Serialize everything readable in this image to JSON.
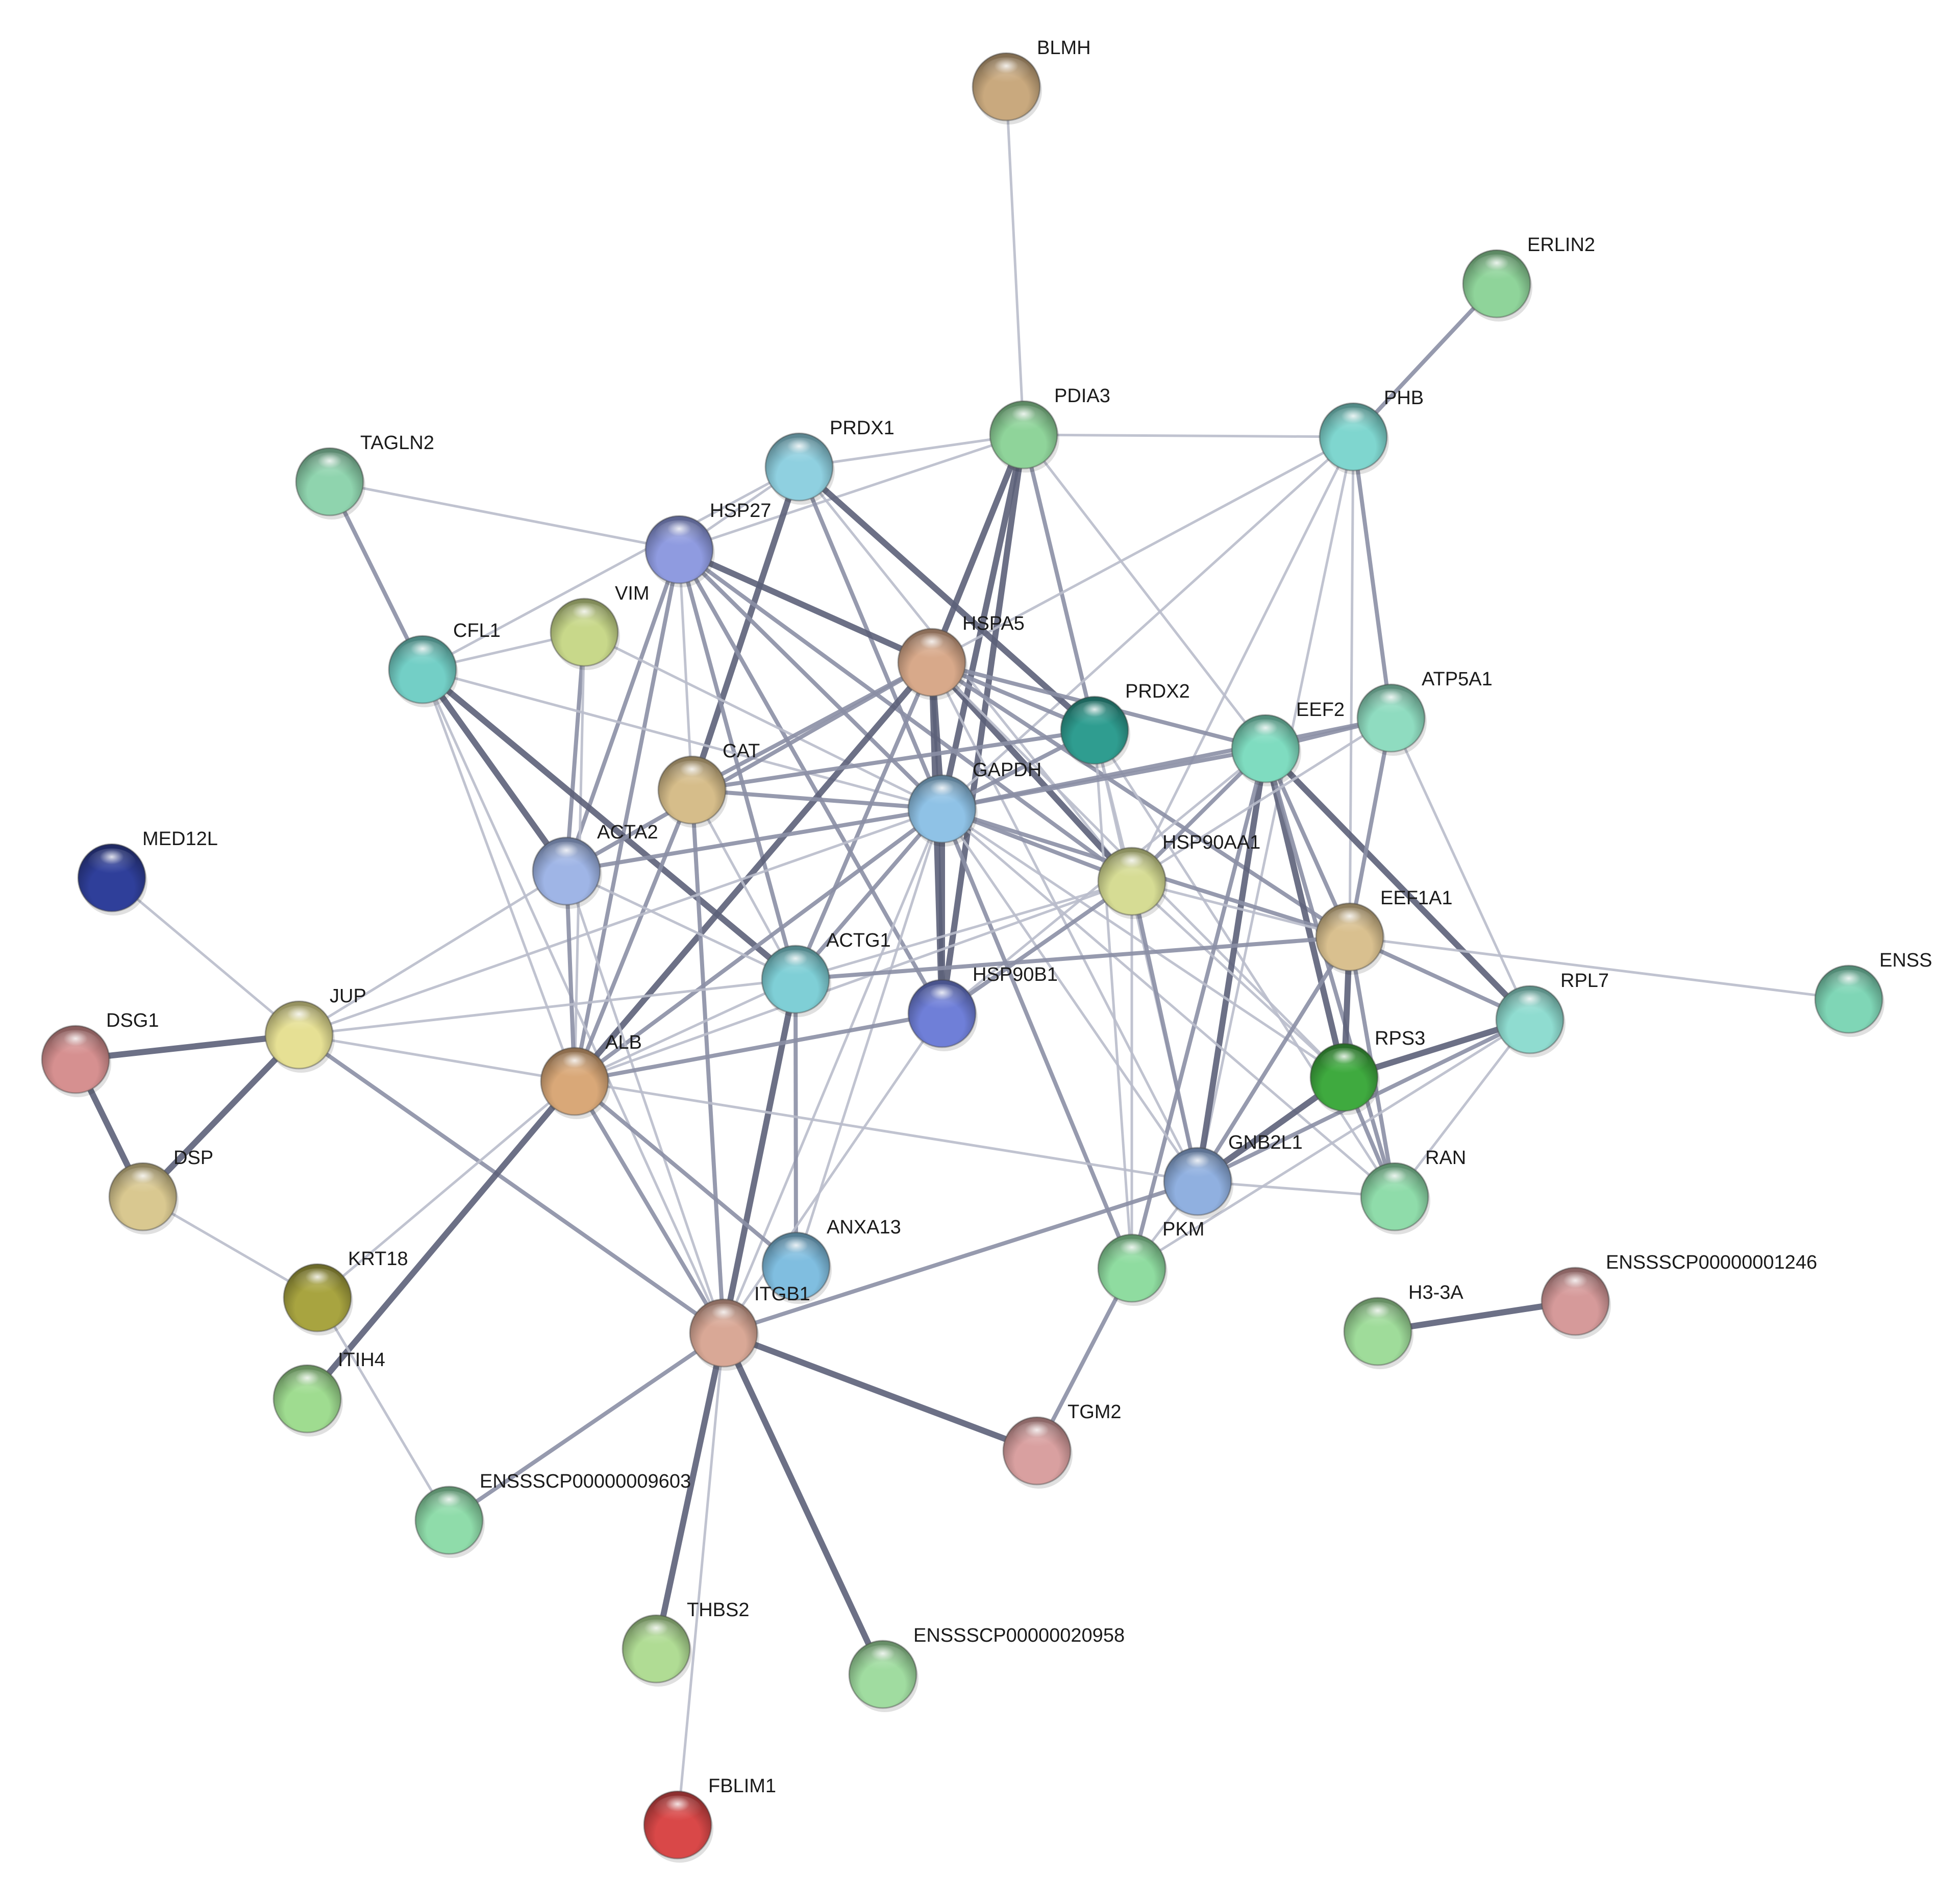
{
  "network": {
    "nodes": [
      {
        "id": "BLMH",
        "label": "BLMH",
        "color": "#c9a97e"
      },
      {
        "id": "ERLIN2",
        "label": "ERLIN2",
        "color": "#8fd49a"
      },
      {
        "id": "PDIA3",
        "label": "PDIA3",
        "color": "#8fd49a"
      },
      {
        "id": "PHB",
        "label": "PHB",
        "color": "#7fd6cf"
      },
      {
        "id": "PRDX1",
        "label": "PRDX1",
        "color": "#8fd0e0"
      },
      {
        "id": "TAGLN2",
        "label": "TAGLN2",
        "color": "#8fd4ae"
      },
      {
        "id": "HSP27",
        "label": "HSP27",
        "color": "#8f9be0"
      },
      {
        "id": "VIM",
        "label": "VIM",
        "color": "#c8d88a"
      },
      {
        "id": "CFL1",
        "label": "CFL1",
        "color": "#73cfc6"
      },
      {
        "id": "HSPA5",
        "label": "HSPA5",
        "color": "#d8a98a"
      },
      {
        "id": "PRDX2",
        "label": "PRDX2",
        "color": "#2f9d90"
      },
      {
        "id": "EEF2",
        "label": "EEF2",
        "color": "#7fdcc0"
      },
      {
        "id": "ATP5A1",
        "label": "ATP5A1",
        "color": "#8fdcc0"
      },
      {
        "id": "CAT",
        "label": "CAT",
        "color": "#d6bd8a"
      },
      {
        "id": "GAPDH",
        "label": "GAPDH",
        "color": "#8fc2e6"
      },
      {
        "id": "MED12L",
        "label": "MED12L",
        "color": "#2f3f9a"
      },
      {
        "id": "ACTA2",
        "label": "ACTA2",
        "color": "#9fb5e6"
      },
      {
        "id": "HSP90AA1",
        "label": "HSP90AA1",
        "color": "#d6dc94"
      },
      {
        "id": "EEF1A1",
        "label": "EEF1A1",
        "color": "#d9c08f"
      },
      {
        "id": "ENSS",
        "label": "ENSS",
        "color": "#7fd6b6"
      },
      {
        "id": "ACTG1",
        "label": "ACTG1",
        "color": "#7fcfd6"
      },
      {
        "id": "HSP90B1",
        "label": "HSP90B1",
        "color": "#6f7fd8"
      },
      {
        "id": "RPL7",
        "label": "RPL7",
        "color": "#8fdcd0"
      },
      {
        "id": "JUP",
        "label": "JUP",
        "color": "#e6e094"
      },
      {
        "id": "DSG1",
        "label": "DSG1",
        "color": "#d69090"
      },
      {
        "id": "RPS3",
        "label": "RPS3",
        "color": "#3faa3f"
      },
      {
        "id": "ALB",
        "label": "ALB",
        "color": "#d9a878"
      },
      {
        "id": "DSP",
        "label": "DSP",
        "color": "#d9c890"
      },
      {
        "id": "GNB2L1",
        "label": "GNB2L1",
        "color": "#90b0e0"
      },
      {
        "id": "RAN",
        "label": "RAN",
        "color": "#8fdcaa"
      },
      {
        "id": "ANXA13",
        "label": "ANXA13",
        "color": "#80bee0"
      },
      {
        "id": "PKM",
        "label": "PKM",
        "color": "#8fdca0"
      },
      {
        "id": "KRT18",
        "label": "KRT18",
        "color": "#a8a440"
      },
      {
        "id": "ENSSSCP00000001246",
        "label": "ENSSSCP00000001246",
        "color": "#d69a9a"
      },
      {
        "id": "H3-3A",
        "label": "H3-3A",
        "color": "#9fdc9a"
      },
      {
        "id": "ITGB1",
        "label": "ITGB1",
        "color": "#d9a896"
      },
      {
        "id": "ITIH4",
        "label": "ITIH4",
        "color": "#9fdc90"
      },
      {
        "id": "TGM2",
        "label": "TGM2",
        "color": "#d9a0a0"
      },
      {
        "id": "ENSSSCP00000009603",
        "label": "ENSSSCP00000009603",
        "color": "#8fdcaa"
      },
      {
        "id": "THBS2",
        "label": "THBS2",
        "color": "#b0dc94"
      },
      {
        "id": "ENSSSCP00000020958",
        "label": "ENSSSCP00000020958",
        "color": "#a0dca0"
      },
      {
        "id": "FBLIM1",
        "label": "FBLIM1",
        "color": "#d94848"
      }
    ],
    "edges": [
      [
        "BLMH",
        "PDIA3",
        1
      ],
      [
        "ERLIN2",
        "PHB",
        2
      ],
      [
        "PDIA3",
        "PHB",
        1
      ],
      [
        "PDIA3",
        "PRDX1",
        1
      ],
      [
        "PDIA3",
        "HSPA5",
        3
      ],
      [
        "PDIA3",
        "PRDX2",
        2
      ],
      [
        "PDIA3",
        "GAPDH",
        3
      ],
      [
        "PDIA3",
        "HSP90B1",
        3
      ],
      [
        "PDIA3",
        "EEF2",
        1
      ],
      [
        "PDIA3",
        "HSP27",
        1
      ],
      [
        "PHB",
        "HSPA5",
        1
      ],
      [
        "PHB",
        "ATP5A1",
        2
      ],
      [
        "PHB",
        "GAPDH",
        1
      ],
      [
        "PHB",
        "HSP90AA1",
        1
      ],
      [
        "PHB",
        "EEF1A1",
        1
      ],
      [
        "PHB",
        "GNB2L1",
        1
      ],
      [
        "PRDX1",
        "HSP27",
        1
      ],
      [
        "PRDX1",
        "CFL1",
        1
      ],
      [
        "PRDX1",
        "PRDX2",
        3
      ],
      [
        "PRDX1",
        "CAT",
        3
      ],
      [
        "PRDX1",
        "GAPDH",
        2
      ],
      [
        "PRDX1",
        "HSP90AA1",
        1
      ],
      [
        "TAGLN2",
        "CFL1",
        2
      ],
      [
        "TAGLN2",
        "HSP27",
        1
      ],
      [
        "HSP27",
        "HSPA5",
        3
      ],
      [
        "HSP27",
        "GAPDH",
        2
      ],
      [
        "HSP27",
        "ACTA2",
        2
      ],
      [
        "HSP27",
        "ACTG1",
        2
      ],
      [
        "HSP27",
        "HSP90AA1",
        2
      ],
      [
        "HSP27",
        "HSP90B1",
        2
      ],
      [
        "HSP27",
        "ALB",
        2
      ],
      [
        "HSP27",
        "CAT",
        1
      ],
      [
        "VIM",
        "ACTA2",
        2
      ],
      [
        "VIM",
        "GAPDH",
        1
      ],
      [
        "VIM",
        "ALB",
        1
      ],
      [
        "VIM",
        "CFL1",
        1
      ],
      [
        "CFL1",
        "ACTA2",
        3
      ],
      [
        "CFL1",
        "ACTG1",
        3
      ],
      [
        "CFL1",
        "GAPDH",
        1
      ],
      [
        "CFL1",
        "ALB",
        1
      ],
      [
        "CFL1",
        "ITGB1",
        1
      ],
      [
        "HSPA5",
        "PRDX2",
        2
      ],
      [
        "HSPA5",
        "GAPDH",
        3
      ],
      [
        "HSPA5",
        "HSP90AA1",
        3
      ],
      [
        "HSPA5",
        "HSP90B1",
        3
      ],
      [
        "HSPA5",
        "CAT",
        2
      ],
      [
        "HSPA5",
        "ALB",
        3
      ],
      [
        "HSPA5",
        "ACTG1",
        2
      ],
      [
        "HSPA5",
        "EEF2",
        2
      ],
      [
        "HSPA5",
        "EEF1A1",
        2
      ],
      [
        "HSPA5",
        "ACTA2",
        2
      ],
      [
        "HSPA5",
        "RPS3",
        1
      ],
      [
        "HSPA5",
        "GNB2L1",
        1
      ],
      [
        "PRDX2",
        "CAT",
        2
      ],
      [
        "PRDX2",
        "GAPDH",
        2
      ],
      [
        "PRDX2",
        "HSP90AA1",
        1
      ],
      [
        "PRDX2",
        "PKM",
        1
      ],
      [
        "PRDX2",
        "GNB2L1",
        1
      ],
      [
        "PRDX2",
        "RAN",
        1
      ],
      [
        "EEF2",
        "ATP5A1",
        2
      ],
      [
        "EEF2",
        "GAPDH",
        2
      ],
      [
        "EEF2",
        "HSP90AA1",
        2
      ],
      [
        "EEF2",
        "EEF1A1",
        2
      ],
      [
        "EEF2",
        "RPS3",
        3
      ],
      [
        "EEF2",
        "RPL7",
        3
      ],
      [
        "EEF2",
        "GNB2L1",
        3
      ],
      [
        "EEF2",
        "RAN",
        2
      ],
      [
        "EEF2",
        "PKM",
        2
      ],
      [
        "EEF2",
        "HSP90B1",
        1
      ],
      [
        "ATP5A1",
        "GAPDH",
        2
      ],
      [
        "ATP5A1",
        "EEF1A1",
        2
      ],
      [
        "ATP5A1",
        "RPL7",
        1
      ],
      [
        "ATP5A1",
        "HSP90AA1",
        1
      ],
      [
        "CAT",
        "GAPDH",
        2
      ],
      [
        "CAT",
        "ALB",
        2
      ],
      [
        "CAT",
        "ACTG1",
        1
      ],
      [
        "CAT",
        "ITGB1",
        2
      ],
      [
        "GAPDH",
        "HSP90AA1",
        2
      ],
      [
        "GAPDH",
        "EEF1A1",
        2
      ],
      [
        "GAPDH",
        "HSP90B1",
        3
      ],
      [
        "GAPDH",
        "ACTG1",
        2
      ],
      [
        "GAPDH",
        "ALB",
        2
      ],
      [
        "GAPDH",
        "ACTA2",
        2
      ],
      [
        "GAPDH",
        "PKM",
        2
      ],
      [
        "GAPDH",
        "GNB2L1",
        1
      ],
      [
        "GAPDH",
        "RPS3",
        1
      ],
      [
        "GAPDH",
        "JUP",
        1
      ],
      [
        "GAPDH",
        "ITGB1",
        1
      ],
      [
        "GAPDH",
        "ANXA13",
        1
      ],
      [
        "GAPDH",
        "RAN",
        1
      ],
      [
        "MED12L",
        "JUP",
        1
      ],
      [
        "ACTA2",
        "ALB",
        2
      ],
      [
        "ACTA2",
        "ACTG1",
        1
      ],
      [
        "ACTA2",
        "ITGB1",
        1
      ],
      [
        "ACTA2",
        "JUP",
        1
      ],
      [
        "HSP90AA1",
        "EEF1A1",
        1
      ],
      [
        "HSP90AA1",
        "HSP90B1",
        2
      ],
      [
        "HSP90AA1",
        "GNB2L1",
        2
      ],
      [
        "HSP90AA1",
        "RPS3",
        1
      ],
      [
        "HSP90AA1",
        "ACTG1",
        1
      ],
      [
        "HSP90AA1",
        "ALB",
        1
      ],
      [
        "HSP90AA1",
        "PKM",
        1
      ],
      [
        "EEF1A1",
        "RPS3",
        3
      ],
      [
        "EEF1A1",
        "RPL7",
        2
      ],
      [
        "EEF1A1",
        "GNB2L1",
        2
      ],
      [
        "EEF1A1",
        "RAN",
        2
      ],
      [
        "EEF1A1",
        "ACTG1",
        2
      ],
      [
        "EEF1A1",
        "ENSS",
        1
      ],
      [
        "ACTG1",
        "ANXA13",
        2
      ],
      [
        "ACTG1",
        "ITGB1",
        3
      ],
      [
        "ACTG1",
        "JUP",
        1
      ],
      [
        "ACTG1",
        "ALB",
        1
      ],
      [
        "HSP90B1",
        "ALB",
        2
      ],
      [
        "HSP90B1",
        "ITGB1",
        1
      ],
      [
        "RPL7",
        "RPS3",
        3
      ],
      [
        "RPL7",
        "GNB2L1",
        2
      ],
      [
        "RPL7",
        "RAN",
        1
      ],
      [
        "RPL7",
        "PKM",
        1
      ],
      [
        "JUP",
        "DSG1",
        3
      ],
      [
        "JUP",
        "DSP",
        3
      ],
      [
        "JUP",
        "ITGB1",
        2
      ],
      [
        "JUP",
        "ALB",
        1
      ],
      [
        "DSG1",
        "DSP",
        3
      ],
      [
        "DSP",
        "KRT18",
        1
      ],
      [
        "RPS3",
        "GNB2L1",
        3
      ],
      [
        "RPS3",
        "RAN",
        2
      ],
      [
        "ALB",
        "ITGB1",
        2
      ],
      [
        "ALB",
        "ANXA13",
        2
      ],
      [
        "ALB",
        "KRT18",
        1
      ],
      [
        "ALB",
        "ITIH4",
        3
      ],
      [
        "ALB",
        "GNB2L1",
        1
      ],
      [
        "GNB2L1",
        "ITGB1",
        2
      ],
      [
        "GNB2L1",
        "PKM",
        1
      ],
      [
        "GNB2L1",
        "RAN",
        1
      ],
      [
        "PKM",
        "TGM2",
        2
      ],
      [
        "KRT18",
        "ENSSSCP00000009603",
        1
      ],
      [
        "H3-3A",
        "ENSSSCP00000001246",
        3
      ],
      [
        "ITGB1",
        "TGM2",
        3
      ],
      [
        "ITGB1",
        "ENSSSCP00000009603",
        2
      ],
      [
        "ITGB1",
        "THBS2",
        3
      ],
      [
        "ITGB1",
        "ENSSSCP00000020958",
        3
      ],
      [
        "ITGB1",
        "FBLIM1",
        1
      ]
    ]
  }
}
